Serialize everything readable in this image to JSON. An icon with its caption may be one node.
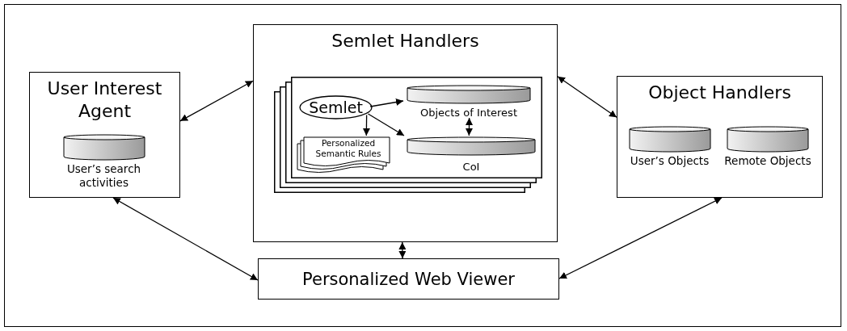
{
  "diagram": {
    "nodes": [
      {
        "text": [
          "User Interest Agent"
        ]
      },
      {
        "text": [
          "User’s search activities"
        ],
        "in": 0
      },
      {
        "text": [
          "Semlet Handlers"
        ]
      },
      {
        "text": [],
        "shape": "box",
        "in": 2
      },
      {
        "text": [
          "Semlet"
        ],
        "in": 3
      },
      {
        "text": [
          "Objects of Interest"
        ],
        "in": 3
      },
      {
        "text": [
          "Personalized Semantic Rules"
        ],
        "in": 3
      },
      {
        "text": [
          "CoI"
        ],
        "in": 3
      },
      {
        "text": [
          "Object Handlers"
        ]
      },
      {
        "text": [
          "User’s Objects"
        ],
        "in": 8
      },
      {
        "text": [
          "Remote Objects"
        ],
        "in": 8
      },
      {
        "text": [
          "Personalized Web Viewer"
        ]
      }
    ],
    "edges": [
      {
        "from": 0,
        "to": 2,
        "arrow": "both"
      },
      {
        "from": 2,
        "to": 8,
        "arrow": "both"
      },
      {
        "from": 0,
        "to": 11,
        "arrow": "both"
      },
      {
        "from": 2,
        "to": 11,
        "arrow": "both"
      },
      {
        "from": 8,
        "to": 11,
        "arrow": "both"
      },
      {
        "from": 4,
        "to": 5,
        "arrow": "to"
      },
      {
        "from": 4,
        "to": 6,
        "arrow": "to"
      },
      {
        "from": 4,
        "to": 7,
        "arrow": "to"
      },
      {
        "from": 5,
        "to": 7,
        "arrow": "both"
      }
    ]
  }
}
